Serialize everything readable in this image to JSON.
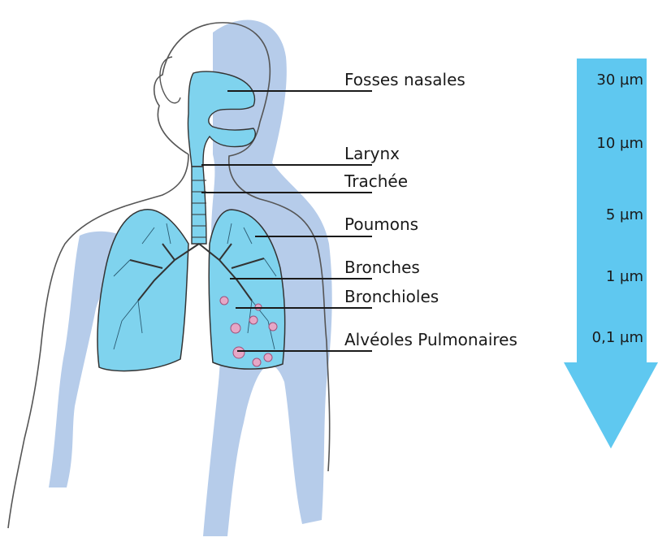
{
  "labels": {
    "fosses_nasales": "Fosses nasales",
    "larynx": "Larynx",
    "trachee": "Trachée",
    "poumons": "Poumons",
    "bronches": "Bronches",
    "bronchioles": "Bronchioles",
    "alveoles": "Alvéoles Pulmonaires"
  },
  "particle_sizes": [
    "30 µm",
    "10 µm",
    "5 µm",
    "1 µm",
    "0,1 µm"
  ],
  "colors": {
    "arrow": "#5fc8f0",
    "shadow": "#a9c3e6",
    "airway": "#7fd3ee",
    "alveoli": "#e6a7c6",
    "outline": "#444444"
  }
}
